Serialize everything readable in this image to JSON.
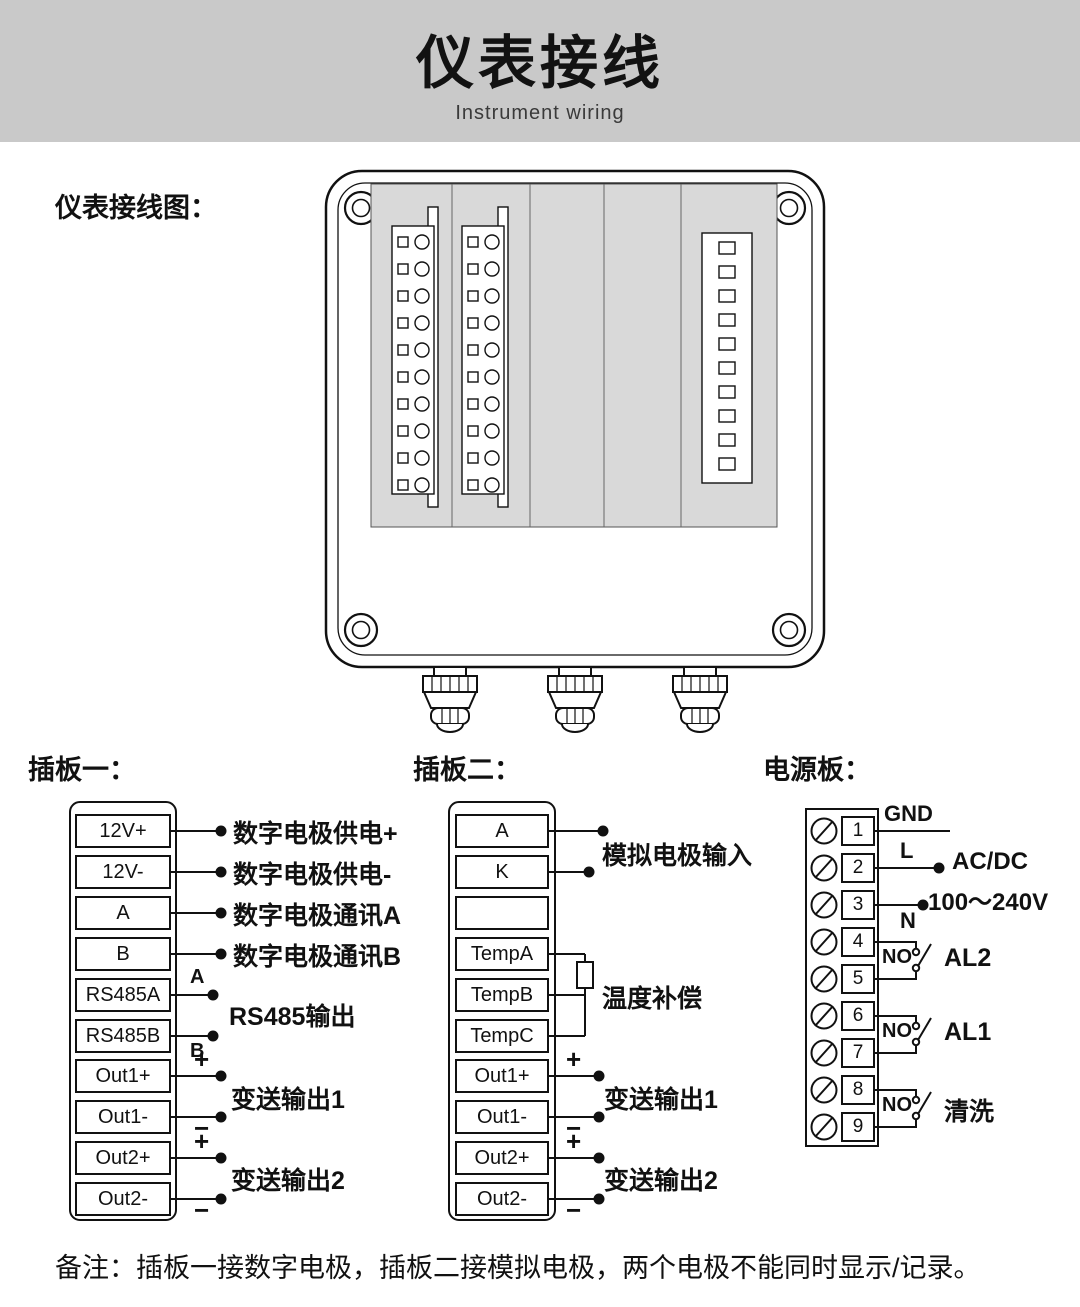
{
  "header": {
    "title": "仪表接线",
    "subtitle": "Instrument wiring"
  },
  "diagram": {
    "caption": "仪表接线图：",
    "enclosure_labels": {
      "board1": "插板一",
      "board2": "插板二",
      "power": "电源板"
    }
  },
  "board1": {
    "title": "插板一：",
    "terminals": [
      "12V+",
      "12V-",
      "A",
      "B",
      "RS485A",
      "RS485B",
      "Out1+",
      "Out1-",
      "Out2+",
      "Out2-"
    ],
    "wire_labels": {
      "supply_plus": "数字电极供电+",
      "supply_minus": "数字电极供电-",
      "comm_a": "数字电极通讯A",
      "comm_b": "数字电极通讯B",
      "rs485_a_tag": "A",
      "rs485_b_tag": "B",
      "rs485": "RS485输出",
      "out1": "变送输出1",
      "out2": "变送输出2",
      "plus": "+",
      "minus": "−"
    }
  },
  "board2": {
    "title": "插板二：",
    "terminals": [
      "A",
      "K",
      "",
      "TempA",
      "TempB",
      "TempC",
      "Out1+",
      "Out1-",
      "Out2+",
      "Out2-"
    ],
    "wire_labels": {
      "analog_input": "模拟电极输入",
      "temp_comp": "温度补偿",
      "out1": "变送输出1",
      "out2": "变送输出2",
      "plus": "+",
      "minus": "−"
    }
  },
  "power_board": {
    "title": "电源板：",
    "terminals": [
      "1",
      "2",
      "3",
      "4",
      "5",
      "6",
      "7",
      "8",
      "9"
    ],
    "wire_labels": {
      "gnd": "GND",
      "live": "L",
      "neutral": "N",
      "acdc": "AC/DC",
      "voltage": "100～240V",
      "no": "NO",
      "al2": "AL2",
      "al1": "AL1",
      "clean": "清洗"
    }
  },
  "note": "备注：插板一接数字电极，插板二接模拟电极，两个电极不能同时显示/记录。"
}
